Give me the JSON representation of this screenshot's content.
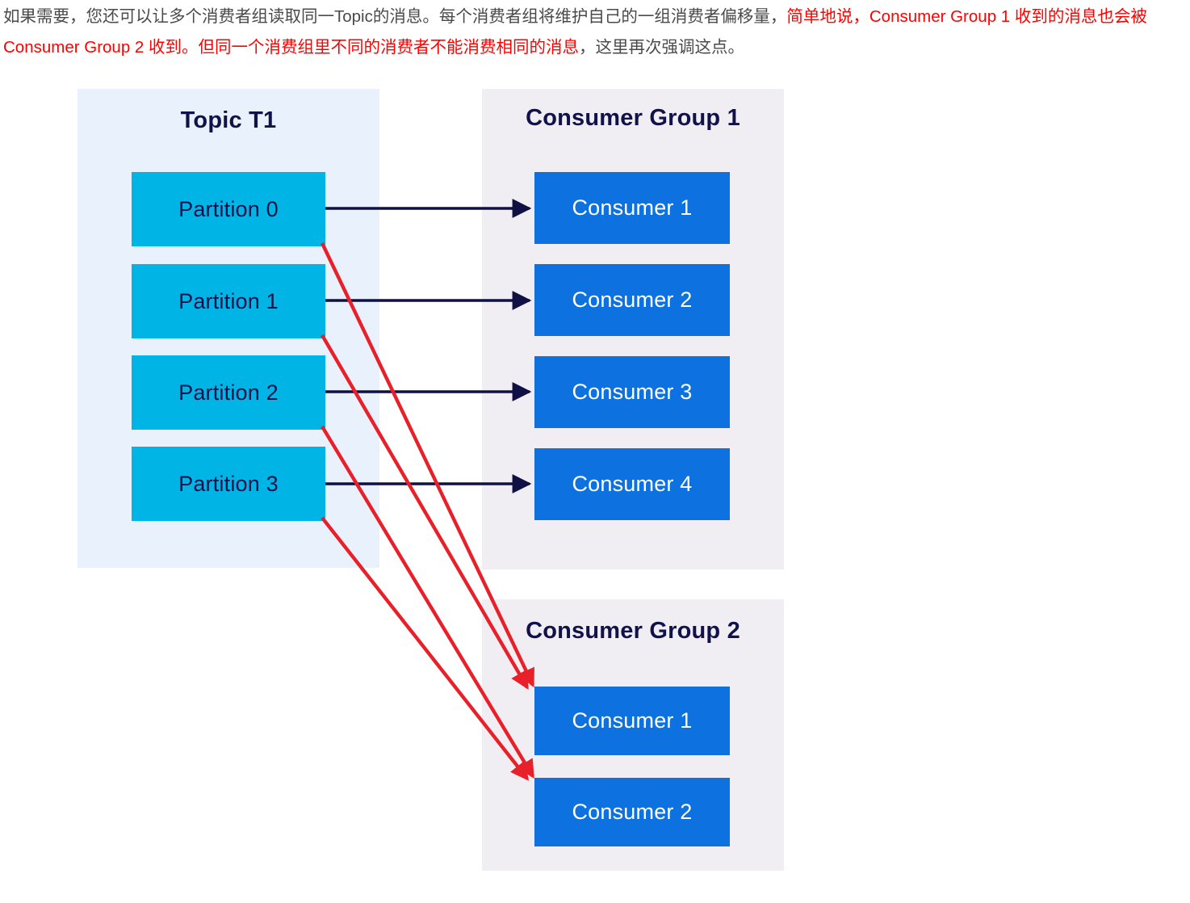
{
  "caption": {
    "segments": [
      {
        "text": "如果需要，您还可以让多个消费者组读取同一Topic的消息。每个消费者组将维护自己的一组消费者偏移量，",
        "color": "#4a4a4a"
      },
      {
        "text": "简单地说，Consumer Group 1 收到的消息也会被Consumer Group 2 收到。但同一个消费组里不同的消费者不能消费相同的消息",
        "color": "#ff0000"
      },
      {
        "text": "，这里再次强调这点。",
        "color": "#4a4a4a"
      }
    ],
    "plain_text": "如果需要，您还可以让多个消费者组读取同一Topic的消息。每个消费者组将维护自己的一组消费者偏移量，简单地说，Consumer Group 1 收到的消息也会被Consumer Group 2 收到。但同一个消费组里不同的消费者不能消费相同的消息，这里再次强调这点。"
  },
  "colors": {
    "topic_panel_bg": "#e8f1fc",
    "group_panel_bg": "#f0eef3",
    "partition_fill": "#00b4e6",
    "consumer_fill": "#0d72e0",
    "title_text": "#12124a",
    "partition_text": "#12124a",
    "consumer_text": "#ffffff",
    "black_arrow": "#101045",
    "red_arrow": "#e8202a",
    "highlight_text": "#ff0000",
    "body_text": "#4a4a4a"
  },
  "diagram": {
    "topic": {
      "title": "Topic T1",
      "partitions": [
        {
          "label": "Partition 0"
        },
        {
          "label": "Partition 1"
        },
        {
          "label": "Partition 2"
        },
        {
          "label": "Partition 3"
        }
      ]
    },
    "groups": [
      {
        "title": "Consumer Group 1",
        "consumers": [
          {
            "label": "Consumer 1"
          },
          {
            "label": "Consumer 2"
          },
          {
            "label": "Consumer 3"
          },
          {
            "label": "Consumer 4"
          }
        ]
      },
      {
        "title": "Consumer Group 2",
        "consumers": [
          {
            "label": "Consumer 1"
          },
          {
            "label": "Consumer 2"
          }
        ]
      }
    ],
    "connections": {
      "black": [
        {
          "from": "Partition 0",
          "to": "Consumer Group 1 / Consumer 1"
        },
        {
          "from": "Partition 1",
          "to": "Consumer Group 1 / Consumer 2"
        },
        {
          "from": "Partition 2",
          "to": "Consumer Group 1 / Consumer 3"
        },
        {
          "from": "Partition 3",
          "to": "Consumer Group 1 / Consumer 4"
        }
      ],
      "red": [
        {
          "from": "Partition 0",
          "to": "Consumer Group 2 / Consumer 1"
        },
        {
          "from": "Partition 1",
          "to": "Consumer Group 2 / Consumer 1"
        },
        {
          "from": "Partition 2",
          "to": "Consumer Group 2 / Consumer 2"
        },
        {
          "from": "Partition 3",
          "to": "Consumer Group 2 / Consumer 2"
        }
      ]
    }
  }
}
